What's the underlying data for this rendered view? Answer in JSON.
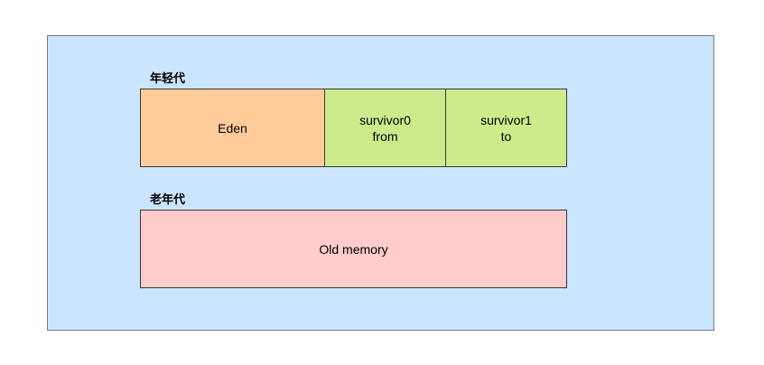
{
  "young_generation": {
    "title": "年轻代",
    "eden": {
      "label": "Eden",
      "color": "#ffcc99"
    },
    "survivor0": {
      "line1": "survivor0",
      "line2": "from",
      "color": "#cdeb8b"
    },
    "survivor1": {
      "line1": "survivor1",
      "line2": "to",
      "color": "#cdeb8b"
    }
  },
  "old_generation": {
    "title": "老年代",
    "old_memory": {
      "label": "Old memory",
      "color": "#ffcccc"
    }
  },
  "heap": {
    "color": "#cce5ff"
  }
}
